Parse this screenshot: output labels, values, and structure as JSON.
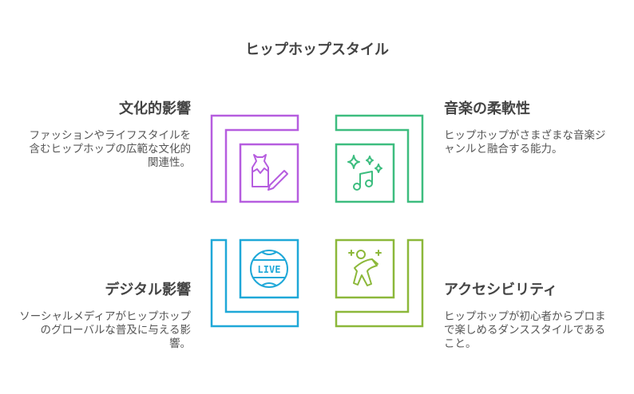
{
  "title": "ヒップホップスタイル",
  "colors": {
    "cultural": "#B65DDF",
    "music": "#3DBD7F",
    "digital": "#1FA8D8",
    "access": "#8CB83A"
  },
  "items": [
    {
      "heading": "文化的影響",
      "text": "ファッションやライフスタイルを含むヒップホップの広範な文化的関連性。",
      "icon": "dress-pencil-icon"
    },
    {
      "heading": "音楽の柔軟性",
      "text": "ヒップホップがさまざまな音楽ジャンルと融合する能力。",
      "icon": "music-sparkle-icon"
    },
    {
      "heading": "デジタル影響",
      "text": "ソーシャルメディアがヒップホップのグローバルな普及に与える影響。",
      "icon": "live-globe-icon"
    },
    {
      "heading": "アクセシビリティ",
      "text": "ヒップホップが初心者からプロまで楽しめるダンススタイルであること。",
      "icon": "dancer-icon"
    }
  ],
  "live_label": "LIVE"
}
